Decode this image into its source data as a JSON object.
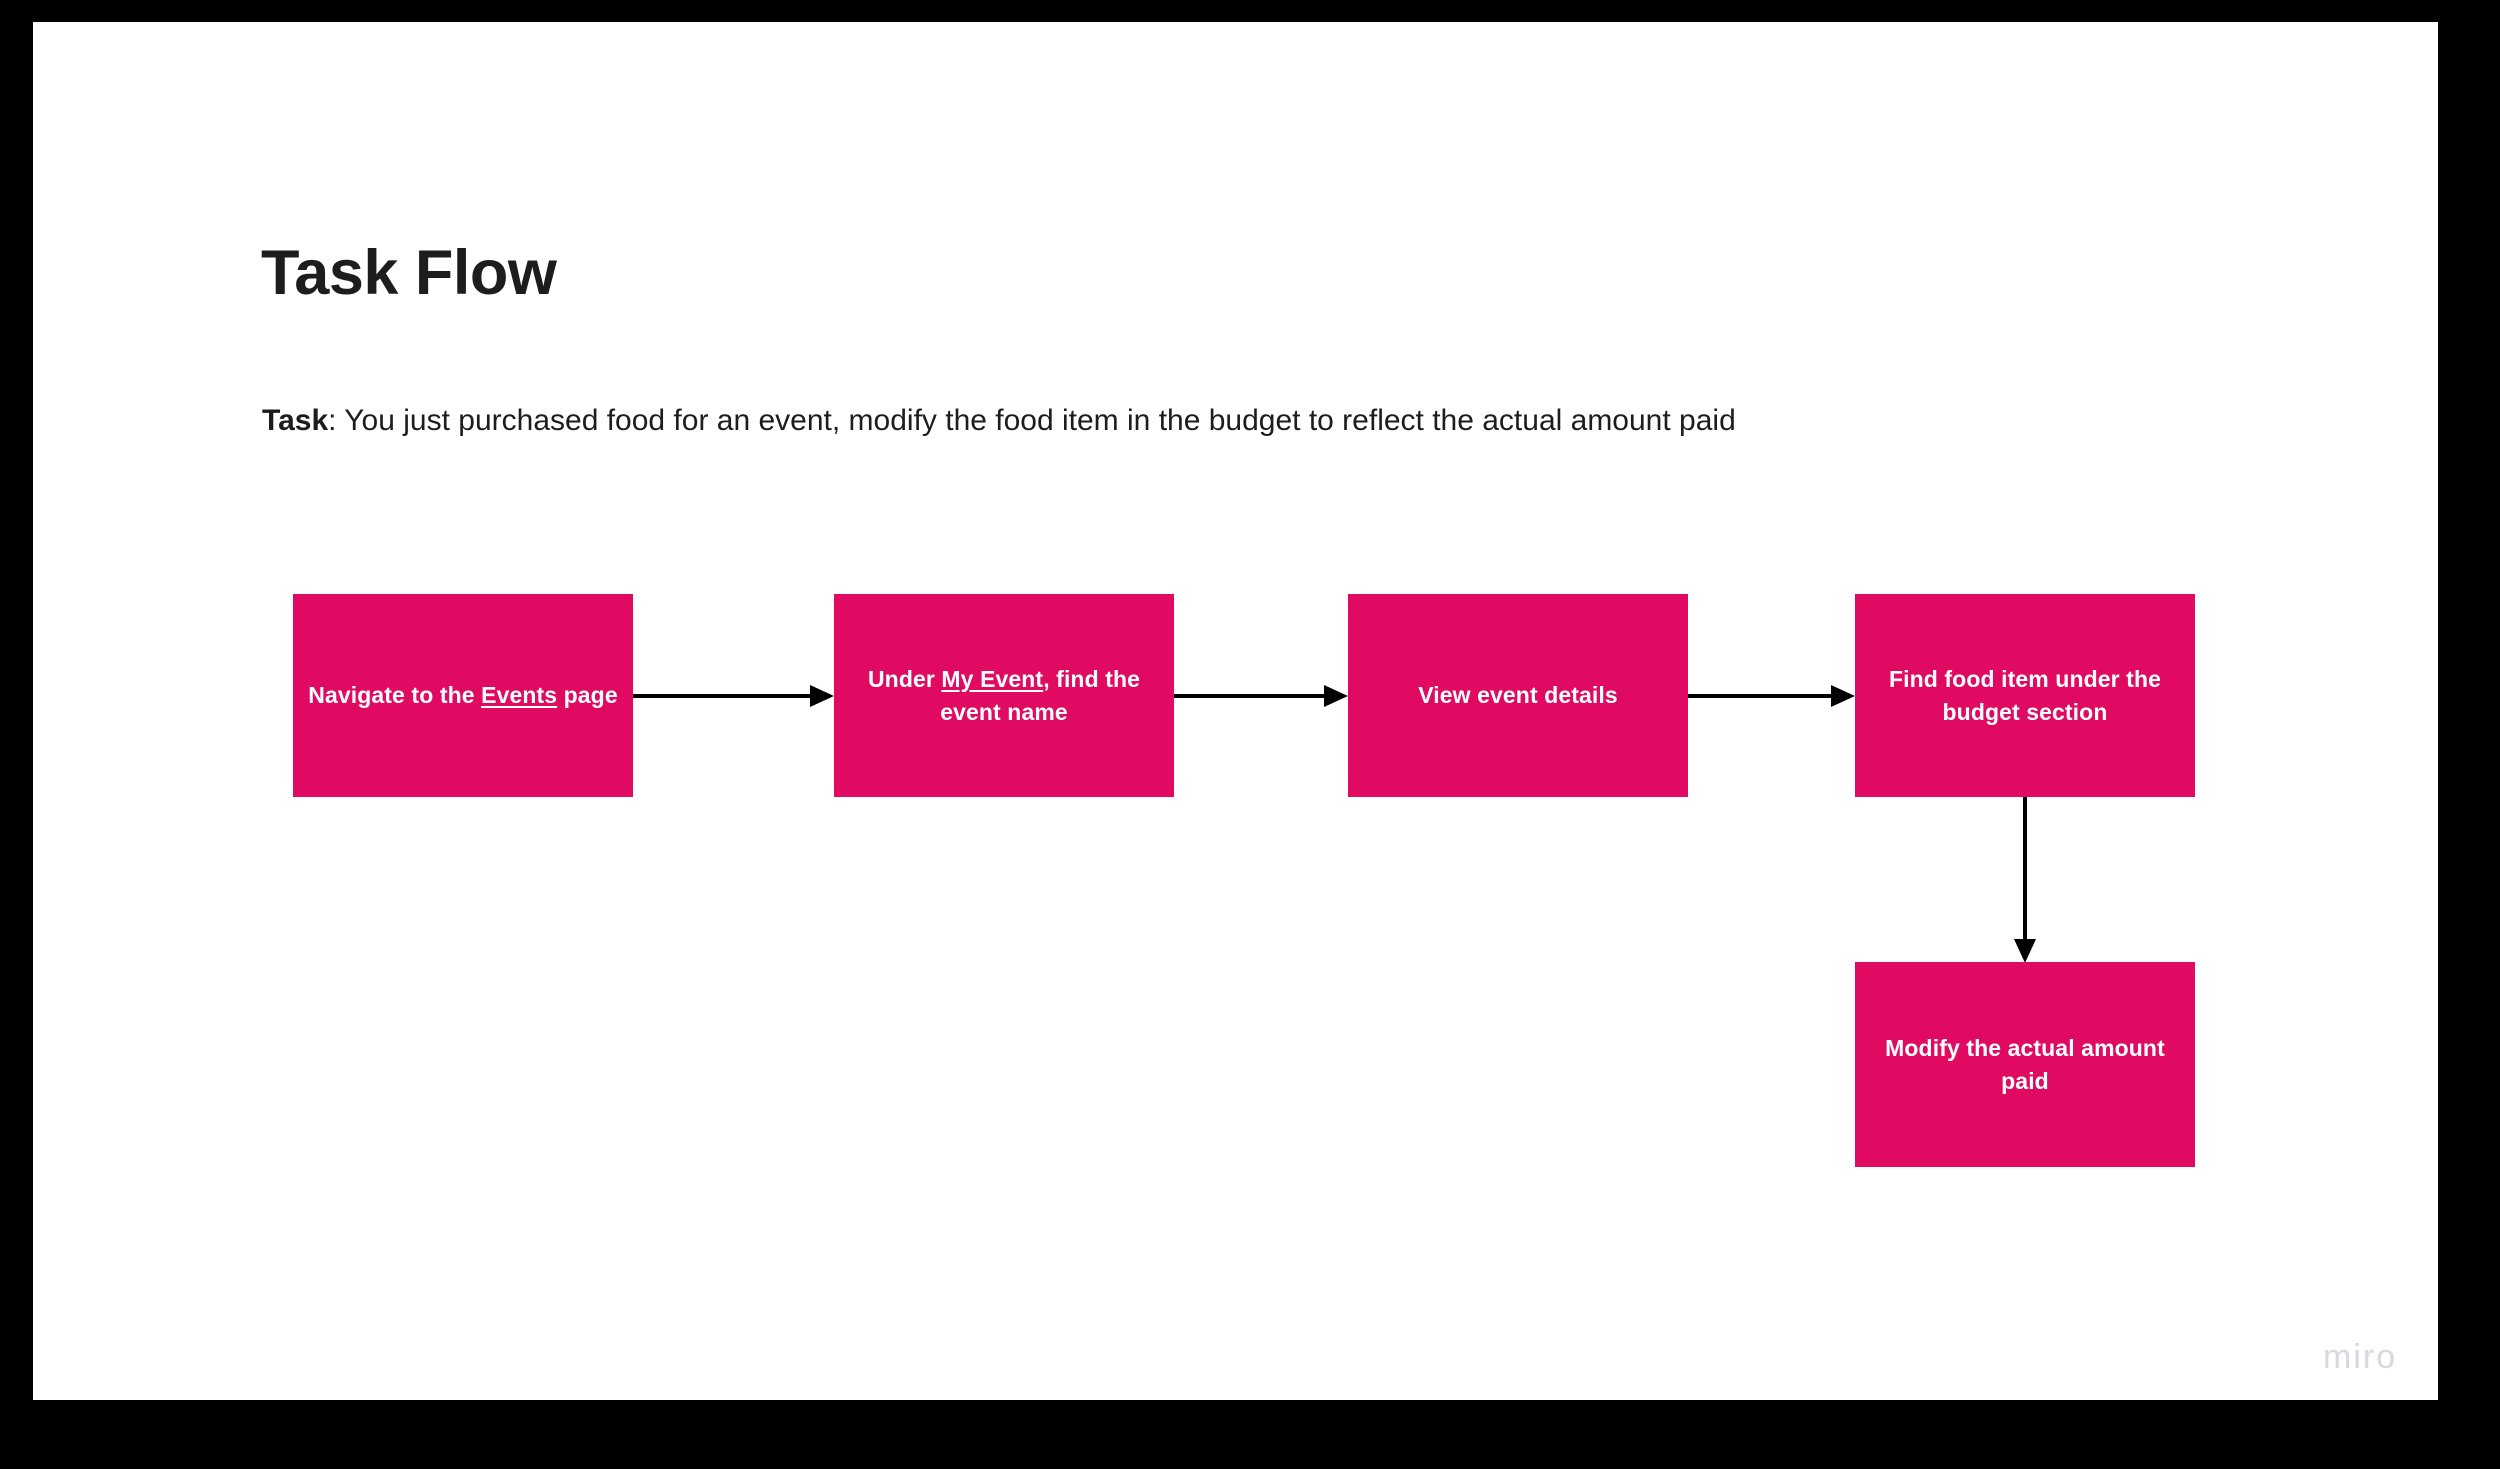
{
  "slide": {
    "title": "Task Flow",
    "task_label": "Task",
    "task_separator": ": ",
    "task_description": "You just purchased food for an event, modify the food item in the budget to reflect the actual amount paid",
    "watermark": "miro",
    "accent_color": "#e00a63",
    "text_color": "#1d1d1d",
    "canvas_color": "#ffffff",
    "frame_color": "#010101",
    "watermark_color": "#d8d8e0"
  },
  "flow": {
    "steps": [
      {
        "id": "step-1",
        "segments": [
          {
            "text": "Navigate to the ",
            "underline": false
          },
          {
            "text": "Events",
            "underline": true
          },
          {
            "text": " page",
            "underline": false
          }
        ],
        "plain": "Navigate to the Events page"
      },
      {
        "id": "step-2",
        "segments": [
          {
            "text": "Under ",
            "underline": false
          },
          {
            "text": "My Event",
            "underline": true
          },
          {
            "text": ", find the event name",
            "underline": false
          }
        ],
        "plain": "Under My Event, find the event name"
      },
      {
        "id": "step-3",
        "segments": [
          {
            "text": "View event details",
            "underline": false
          }
        ],
        "plain": "View event details"
      },
      {
        "id": "step-4",
        "segments": [
          {
            "text": "Find food item under the budget section",
            "underline": false
          }
        ],
        "plain": "Find food item under the budget section"
      },
      {
        "id": "step-5",
        "segments": [
          {
            "text": "Modify the actual amount paid",
            "underline": false
          }
        ],
        "plain": "Modify the actual amount paid"
      }
    ],
    "connectors": [
      {
        "id": "connector-1-2",
        "direction": "right"
      },
      {
        "id": "connector-2-3",
        "direction": "right"
      },
      {
        "id": "connector-3-4",
        "direction": "right"
      },
      {
        "id": "connector-4-5",
        "direction": "down"
      }
    ]
  }
}
